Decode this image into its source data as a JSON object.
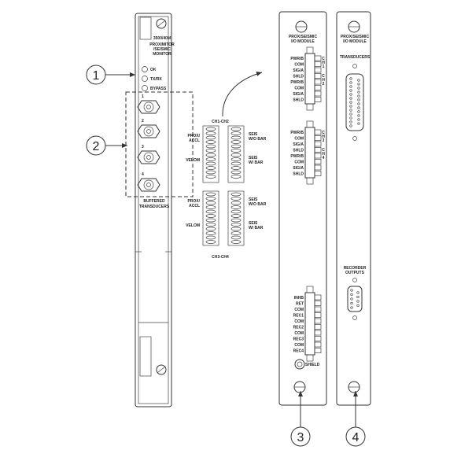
{
  "callouts": [
    "1",
    "2",
    "3",
    "4"
  ],
  "monitor": {
    "model": "3500/40M",
    "name_line1": "PROXIMITOR",
    "name_line2": "/SEISMIC",
    "name_line3": "MONITOR",
    "leds": [
      "OK",
      "TX/RX",
      "BYPASS"
    ],
    "channels": [
      "1",
      "2",
      "3",
      "4"
    ],
    "buffered_line1": "BUFFERED",
    "buffered_line2": "TRANSDUCERS"
  },
  "jumpers": {
    "top_label": "CH1-CH2",
    "bottom_label": "CH3-CH4",
    "left_labels": [
      "PROX/",
      "ACCL",
      "VELOM"
    ],
    "right_labels": [
      "SEIS",
      "W/O BAR",
      "SEIS",
      "W/ BAR"
    ]
  },
  "io_module": {
    "title_line1": "PROX/SEISMIC",
    "title_line2": "I/O MODULE",
    "terminal_labels": [
      "PWR/B",
      "COM",
      "SIG/A",
      "SHLD",
      "PWR/B",
      "COM",
      "SIG/A",
      "SHLD"
    ],
    "channel_marks": [
      "C",
      "H",
      "1",
      "C",
      "H",
      "2",
      "C",
      "H",
      "3",
      "C",
      "H",
      "4"
    ],
    "recorder_labels": [
      "INHB",
      "RET",
      "COM",
      "REC1",
      "COM",
      "REC2",
      "COM",
      "REC3",
      "COM",
      "REC4"
    ],
    "shield_label": "SHIELD"
  },
  "io_module_dsub": {
    "title_line1": "PROX/SEISMIC",
    "title_line2": "I/O MODULE",
    "transducers_label": "TRANSDUCERS",
    "recorder_line1": "RECORDER",
    "recorder_line2": "OUTPUTS"
  }
}
